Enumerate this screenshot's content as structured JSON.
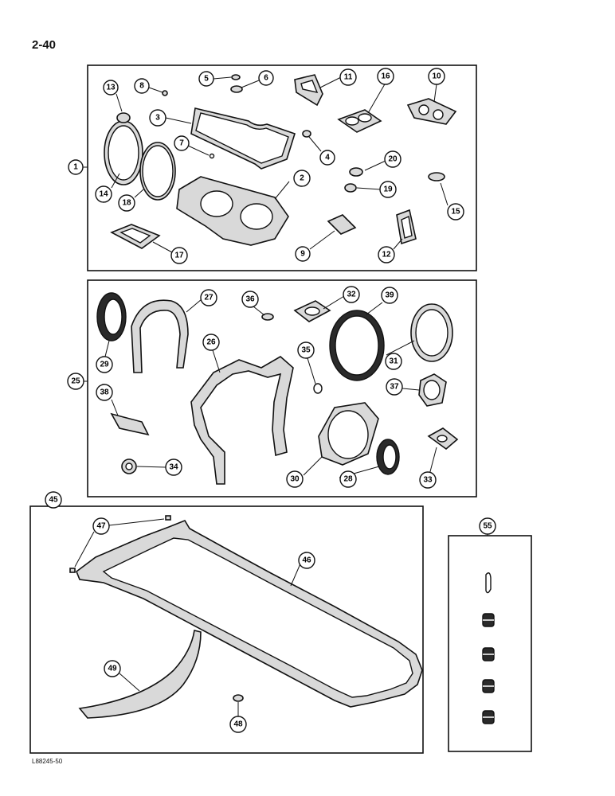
{
  "page": {
    "number": "2-40",
    "figure_code": "L88245-50"
  },
  "callouts": {
    "c1": "1",
    "c2": "2",
    "c3": "3",
    "c4": "4",
    "c5": "5",
    "c6": "6",
    "c7": "7",
    "c8": "8",
    "c9": "9",
    "c10": "10",
    "c11": "11",
    "c12": "12",
    "c13": "13",
    "c14": "14",
    "c15": "15",
    "c16": "16",
    "c17": "17",
    "c18": "18",
    "c19": "19",
    "c20": "20",
    "c25": "25",
    "c26": "26",
    "c27": "27",
    "c28": "28",
    "c29": "29",
    "c30": "30",
    "c31": "31",
    "c32": "32",
    "c33": "33",
    "c34": "34",
    "c35": "35",
    "c36": "36",
    "c37": "37",
    "c38": "38",
    "c39": "39",
    "c45": "45",
    "c46": "46",
    "c47": "47",
    "c48": "48",
    "c49": "49",
    "c55": "55"
  }
}
